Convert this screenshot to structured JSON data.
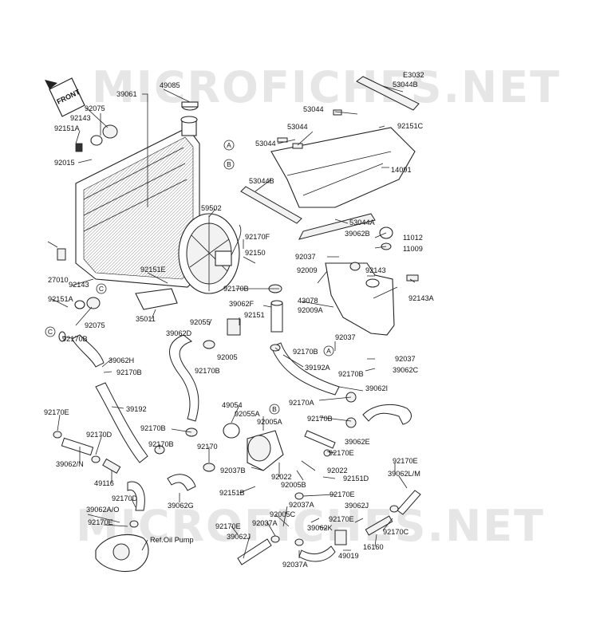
{
  "watermark": {
    "top": "MICROFICHES.NET",
    "bottom": "MICROFICHES.NET"
  },
  "diagram_code": "E3032",
  "front_badge": "FRONT",
  "callouts": {
    "a": "A",
    "b": "B",
    "c": "C"
  },
  "refs": {
    "oil_pump": "Ref.Oil Pump"
  },
  "labels": {
    "p39061": "39061",
    "p49085": "49085",
    "p92075a": "92075",
    "p92143a": "92143",
    "p92151a_top": "92151A",
    "p92015": "92015",
    "p53044b_top": "53044B",
    "p53044_1": "53044",
    "p53044_2": "53044",
    "p53044_3": "53044",
    "p92151c": "92151C",
    "p53044b_mid": "53044B",
    "p14091": "14091",
    "p59502": "59502",
    "p53044a": "53044A",
    "p39062b": "39062B",
    "p11012": "11012",
    "p11009": "11009",
    "p92170f": "92170F",
    "p92150": "92150",
    "p92037a_top": "92037",
    "p92009": "92009",
    "p92143b": "92143",
    "p27010": "27010",
    "p92143c": "92143",
    "p92151a_left": "92151A",
    "p92075b": "92075",
    "p92151e": "92151E",
    "p35011": "35011",
    "p92170b_1": "92170B",
    "p39062f": "39062F",
    "p43078": "43078",
    "p92009a": "92009A",
    "p92143a_right": "92143A",
    "p92055": "92055",
    "p92151": "92151",
    "p92170b_c": "92170B",
    "p39062d": "39062D",
    "p92005": "92005",
    "p92170b_mid": "92170B",
    "p92037_mid": "92037",
    "p92037_r": "92037",
    "p39062c": "39062C",
    "p92170b_2": "92170B",
    "p39062h": "39062H",
    "p92170b_3": "92170B",
    "p92170b_4": "92170B",
    "p39192a": "39192A",
    "p39062i": "39062I",
    "p92170a": "92170A",
    "p39192": "39192",
    "p49054": "49054",
    "p92055a": "92055A",
    "p92005a": "92005A",
    "p92170b_5": "92170B",
    "p92170e_left": "92170E",
    "p92170b_6": "92170B",
    "p39062e": "39062E",
    "p92170d": "92170D",
    "p92170b_7": "92170B",
    "p92170": "92170",
    "p92170e_mid": "92170E",
    "p39062n": "39062/N",
    "p92037b": "92037B",
    "p92022_1": "92022",
    "p92022_2": "92022",
    "p92151d": "92151D",
    "p92170e_r": "92170E",
    "p49116": "49116",
    "p92005b": "92005B",
    "p39062lm": "39062L/M",
    "p92170d_2": "92170D",
    "p39062g": "39062G",
    "p92151b": "92151B",
    "p92170e_4": "92170E",
    "p92037a_2": "92037A",
    "p39062j_1": "39062J",
    "p39062ao": "39062A/O",
    "p92005c": "92005C",
    "p92170e_5": "92170E",
    "p92037a_3": "92037A",
    "p92170e_6": "92170E",
    "p39062k": "39062K",
    "p92170e_7": "92170E",
    "p92170c": "92170C",
    "p39062j_2": "39062J",
    "p16160": "16160",
    "p92037a_4": "92037A",
    "p49019": "49019"
  }
}
